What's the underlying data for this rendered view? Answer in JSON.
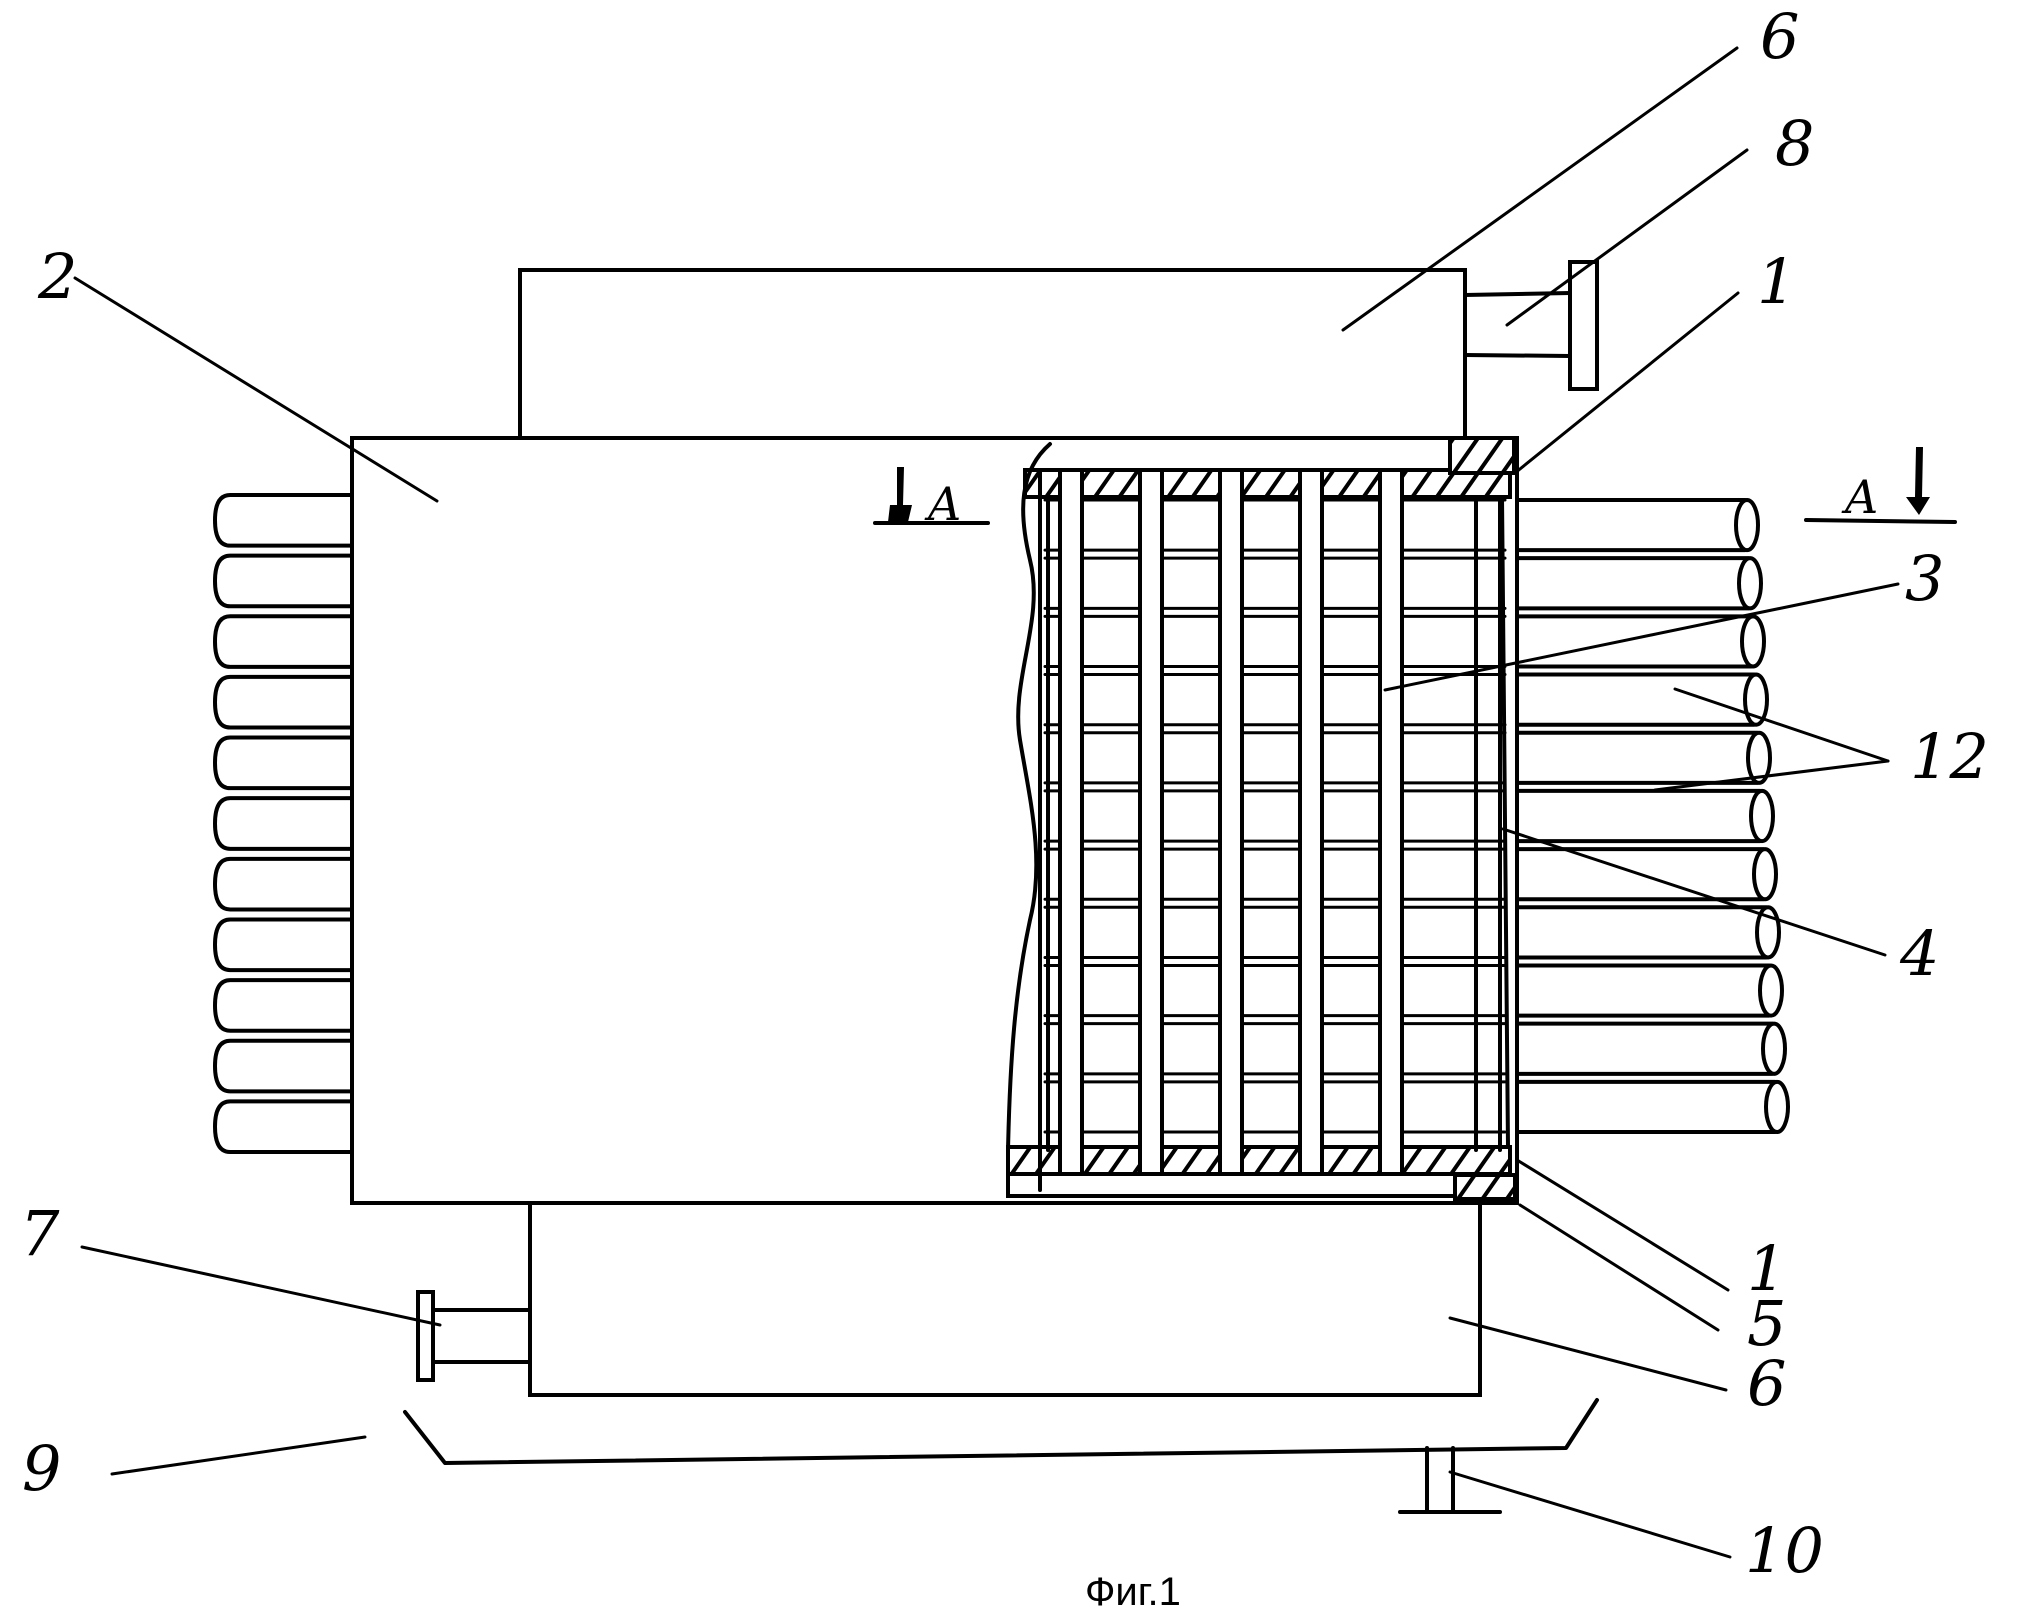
{
  "figure": {
    "caption": "Фиг.1",
    "section_marker_left": "A",
    "section_marker_right": "A"
  },
  "labels": {
    "housing": "2",
    "upper_collector": "6",
    "outlet_nozzle": "8",
    "flange_top": "1",
    "rod": "3",
    "tubes": "12",
    "wall": "4",
    "flange_bottom": "1",
    "gasket": "5",
    "lower_collector": "6",
    "inlet_nozzle": "7",
    "tray": "9",
    "support": "10"
  },
  "counts": {
    "left_tubes": 11,
    "right_tubes": 11
  }
}
